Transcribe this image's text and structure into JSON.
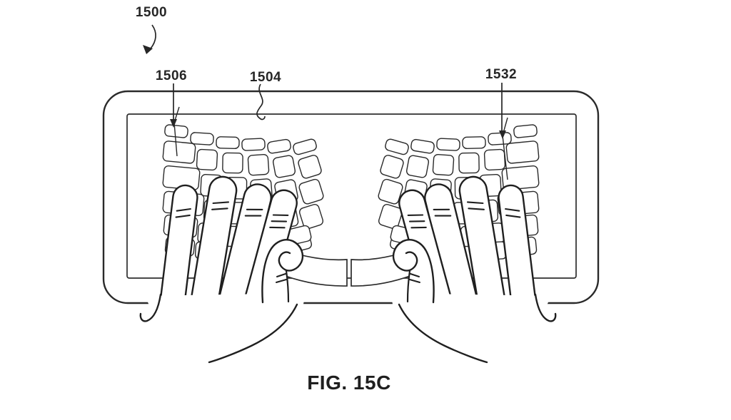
{
  "figure": {
    "caption": "FIG. 15C",
    "labels": {
      "l1500": "1500",
      "l1506": "1506",
      "l1504": "1504",
      "l1532": "1532"
    }
  },
  "colors": {
    "ink": "#2a2a2a",
    "background": "#ffffff"
  }
}
